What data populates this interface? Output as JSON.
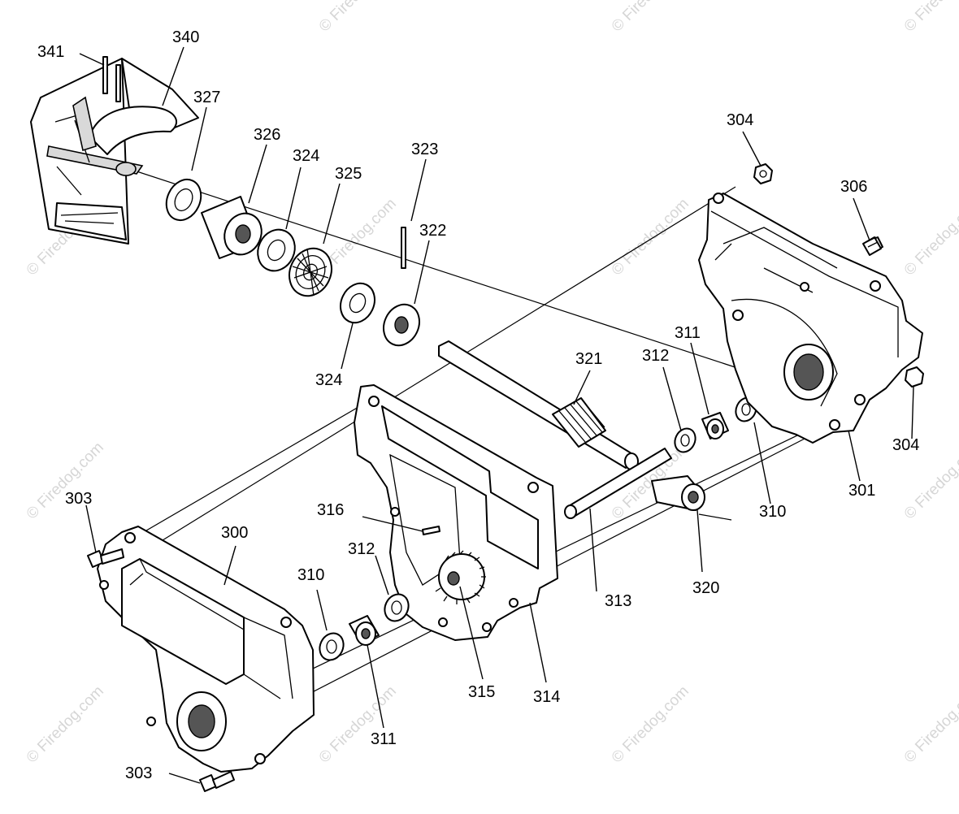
{
  "callouts": [
    {
      "id": "c341",
      "text": "341"
    },
    {
      "id": "c340",
      "text": "340"
    },
    {
      "id": "c327",
      "text": "327"
    },
    {
      "id": "c326",
      "text": "326"
    },
    {
      "id": "c324a",
      "text": "324"
    },
    {
      "id": "c325",
      "text": "325"
    },
    {
      "id": "c323",
      "text": "323"
    },
    {
      "id": "c322",
      "text": "322"
    },
    {
      "id": "c324b",
      "text": "324"
    },
    {
      "id": "c304a",
      "text": "304"
    },
    {
      "id": "c306",
      "text": "306"
    },
    {
      "id": "c321",
      "text": "321"
    },
    {
      "id": "c312a",
      "text": "312"
    },
    {
      "id": "c311a",
      "text": "311"
    },
    {
      "id": "c304b",
      "text": "304"
    },
    {
      "id": "c301",
      "text": "301"
    },
    {
      "id": "c310a",
      "text": "310"
    },
    {
      "id": "c316",
      "text": "316"
    },
    {
      "id": "c303a",
      "text": "303"
    },
    {
      "id": "c300",
      "text": "300"
    },
    {
      "id": "c312b",
      "text": "312"
    },
    {
      "id": "c310b",
      "text": "310"
    },
    {
      "id": "c313",
      "text": "313"
    },
    {
      "id": "c320",
      "text": "320"
    },
    {
      "id": "c315",
      "text": "315"
    },
    {
      "id": "c314",
      "text": "314"
    },
    {
      "id": "c311b",
      "text": "311"
    },
    {
      "id": "c303b",
      "text": "303"
    }
  ],
  "watermark": "© Firedog.com"
}
